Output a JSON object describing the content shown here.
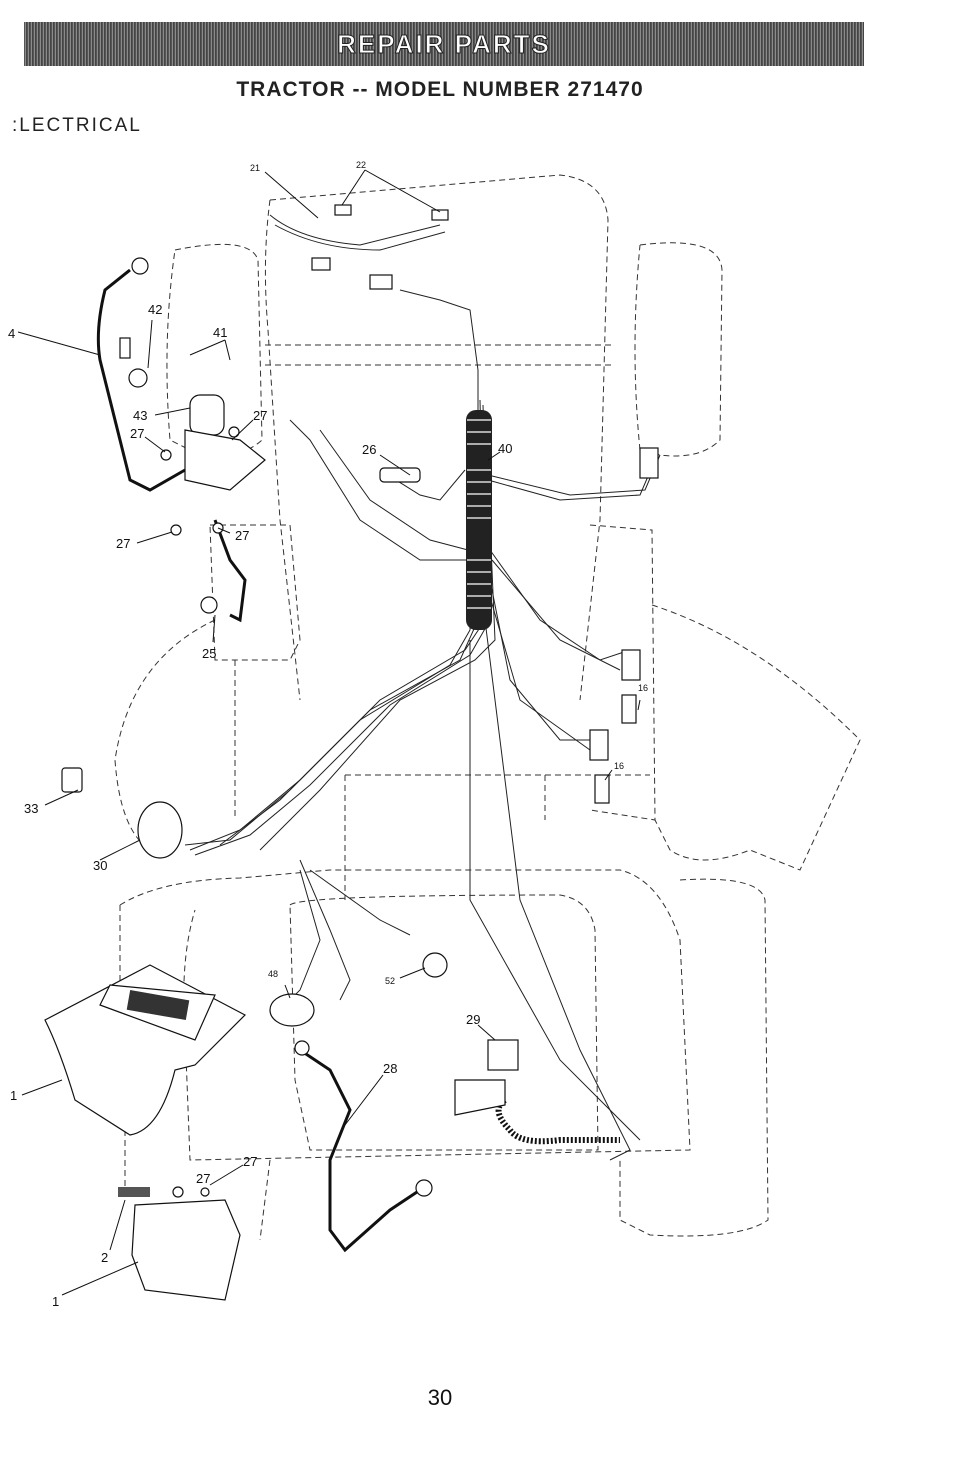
{
  "header": {
    "banner": "REPAIR PARTS",
    "model_title": "TRACTOR -- MODEL NUMBER 271470",
    "section": ":LECTRICAL"
  },
  "labels": {
    "l21": "21",
    "l22": "22",
    "l4": "4",
    "l42": "42",
    "l41": "41",
    "l43": "43",
    "l27a": "27",
    "l27b": "27",
    "l27c": "27",
    "l27d": "27",
    "l27e": "27",
    "l27f": "27",
    "l26": "26",
    "l40": "40",
    "l25": "25",
    "l16a": "16",
    "l16b": "16",
    "l33": "33",
    "l30": "30",
    "l48": "48",
    "l52": "52",
    "l29": "29",
    "l28": "28",
    "l1box": "1",
    "l2": "2",
    "l1": "1"
  },
  "footer": {
    "page_number": "30"
  }
}
